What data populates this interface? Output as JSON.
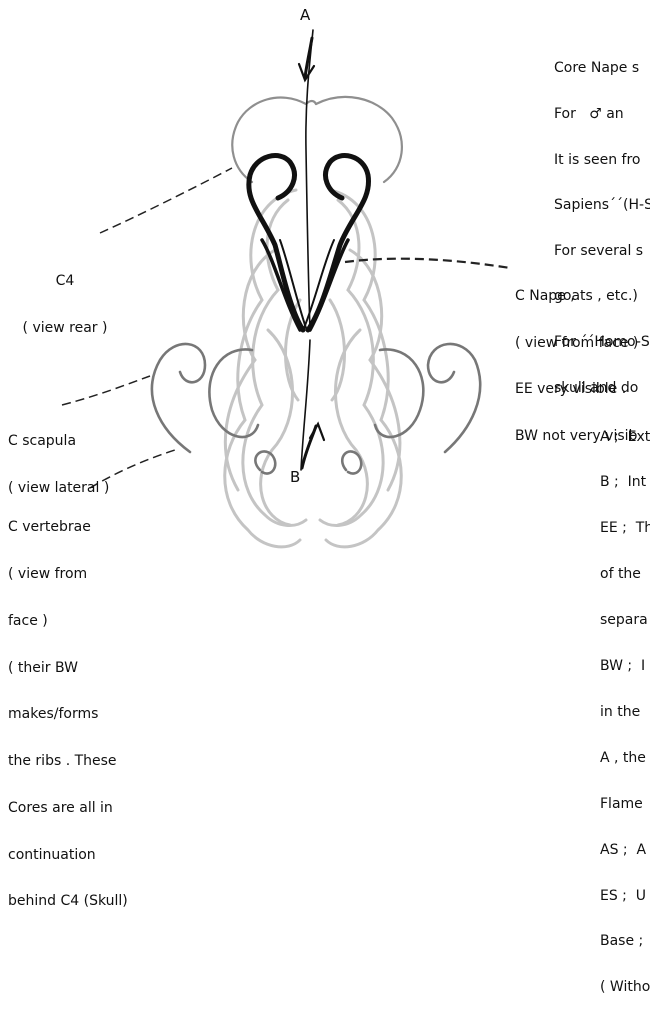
{
  "arrow_labels": {
    "a": "A",
    "b": "B"
  },
  "top_note": {
    "lines": [
      "Core Nape s",
      "For   ♂ an",
      "It is seen fro",
      "Sapiens´´(H-S",
      "For several s",
      "goats , etc.)",
      "For ´´Homo-S",
      "skull and do"
    ]
  },
  "labels": {
    "c4": {
      "lines": [
        "C4",
        "( view rear )"
      ]
    },
    "c_nape": {
      "lines": [
        "C Nape ,",
        "( view from face )",
        "EE very visible .",
        "BW not very visib"
      ]
    },
    "c_scapula": {
      "lines": [
        "C scapula",
        "( view lateral )"
      ]
    },
    "c_vertebrae": {
      "lines": [
        "C vertebrae",
        "( view from",
        "face )",
        "( their BW",
        "makes/forms",
        "the ribs . These",
        "Cores are all in",
        "continuation",
        "behind C4 (Skull)"
      ]
    }
  },
  "legend_note": {
    "lines": [
      "A ;  Ext",
      "B ;  Int",
      "EE ;  Th",
      "of the",
      "separa",
      "BW ;  I",
      "in the",
      "A , the",
      "Flame",
      "AS ;  A",
      "ES ;  U",
      "Base ;",
      "( Witho"
    ]
  },
  "colors": {
    "ink": "#111111",
    "dark_gray": "#666666",
    "mid_gray": "#8a8a8a",
    "light_gray": "#bdbdbd"
  }
}
